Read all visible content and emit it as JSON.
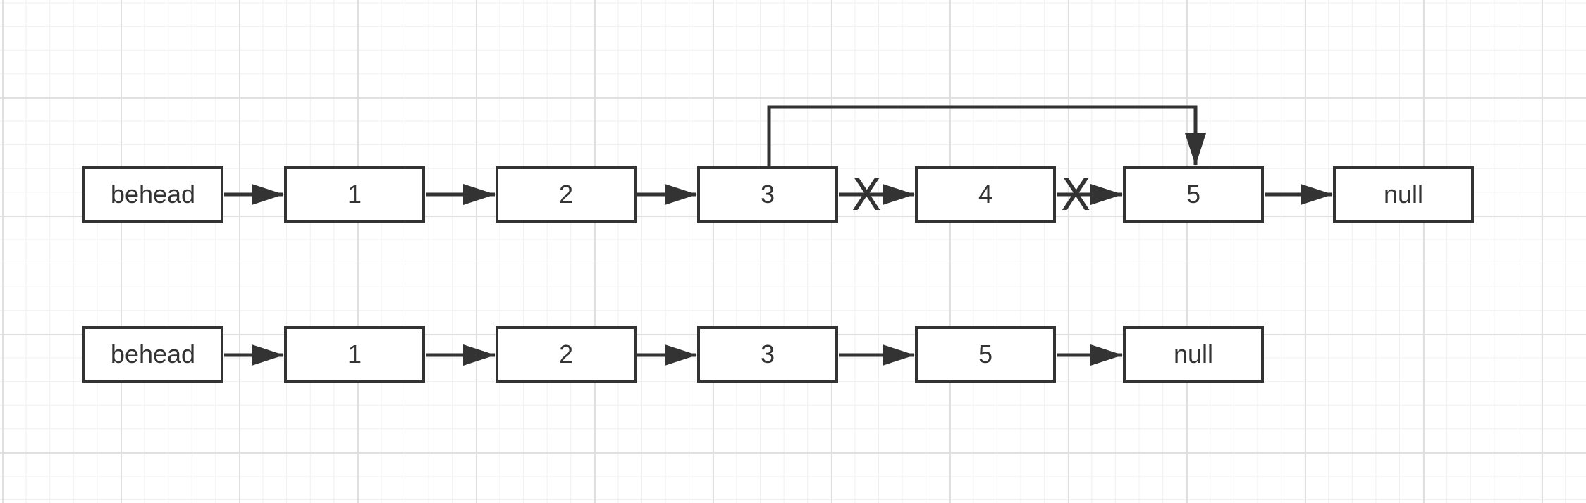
{
  "diagram": {
    "top_row": {
      "nodes": [
        {
          "label": "behead"
        },
        {
          "label": "1"
        },
        {
          "label": "2"
        },
        {
          "label": "3"
        },
        {
          "label": "4"
        },
        {
          "label": "5"
        },
        {
          "label": "null"
        }
      ],
      "removed_marks": [
        "X",
        "X"
      ]
    },
    "bottom_row": {
      "nodes": [
        {
          "label": "behead"
        },
        {
          "label": "1"
        },
        {
          "label": "2"
        },
        {
          "label": "3"
        },
        {
          "label": "5"
        },
        {
          "label": "null"
        }
      ]
    },
    "colors": {
      "stroke": "#333333",
      "grid": "#e0e0e0",
      "background": "#ffffff"
    }
  }
}
